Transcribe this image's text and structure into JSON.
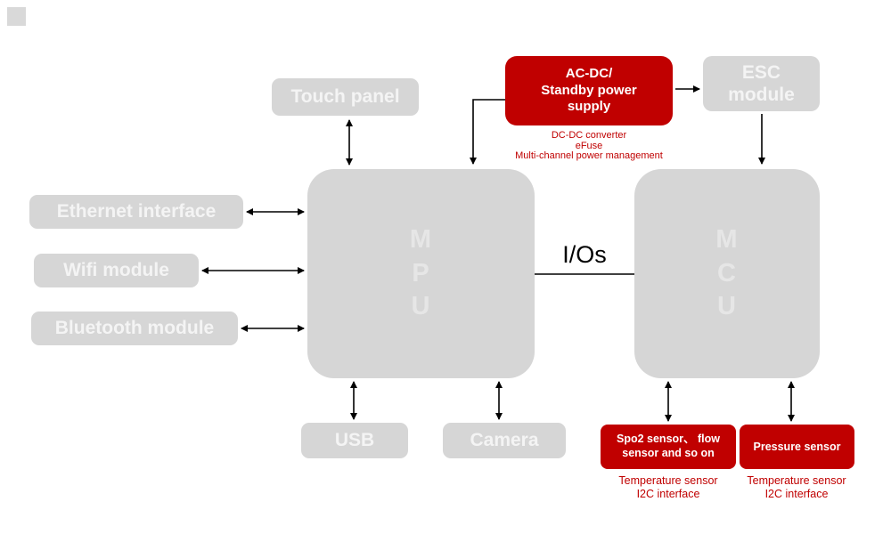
{
  "colors": {
    "block_gray": "#d6d6d6",
    "accent_red": "#c00000",
    "connector_black": "#000000"
  },
  "peripherals": {
    "touch_panel": "Touch panel",
    "ethernet": "Ethernet interface",
    "wifi": "Wifi module",
    "bluetooth": "Bluetooth module",
    "usb": "USB",
    "camera": "Camera"
  },
  "processors": {
    "mpu": "M\nP\nU",
    "mcu": "M\nC\nU",
    "interconnect": "I/Os"
  },
  "power": {
    "acdc_title_line1": "AC-DC/",
    "acdc_title_line2": "Standby power supply",
    "acdc_notes": [
      "DC-DC converter",
      "eFuse",
      "Multi-channel power management"
    ],
    "esc": "ESC module"
  },
  "sensors": {
    "spo2": "Spo2 sensor、 flow sensor and so on",
    "spo2_notes": [
      "Temperature sensor",
      "I2C interface"
    ],
    "pressure": "Pressure sensor",
    "pressure_notes": [
      "Temperature sensor",
      "I2C interface"
    ]
  }
}
